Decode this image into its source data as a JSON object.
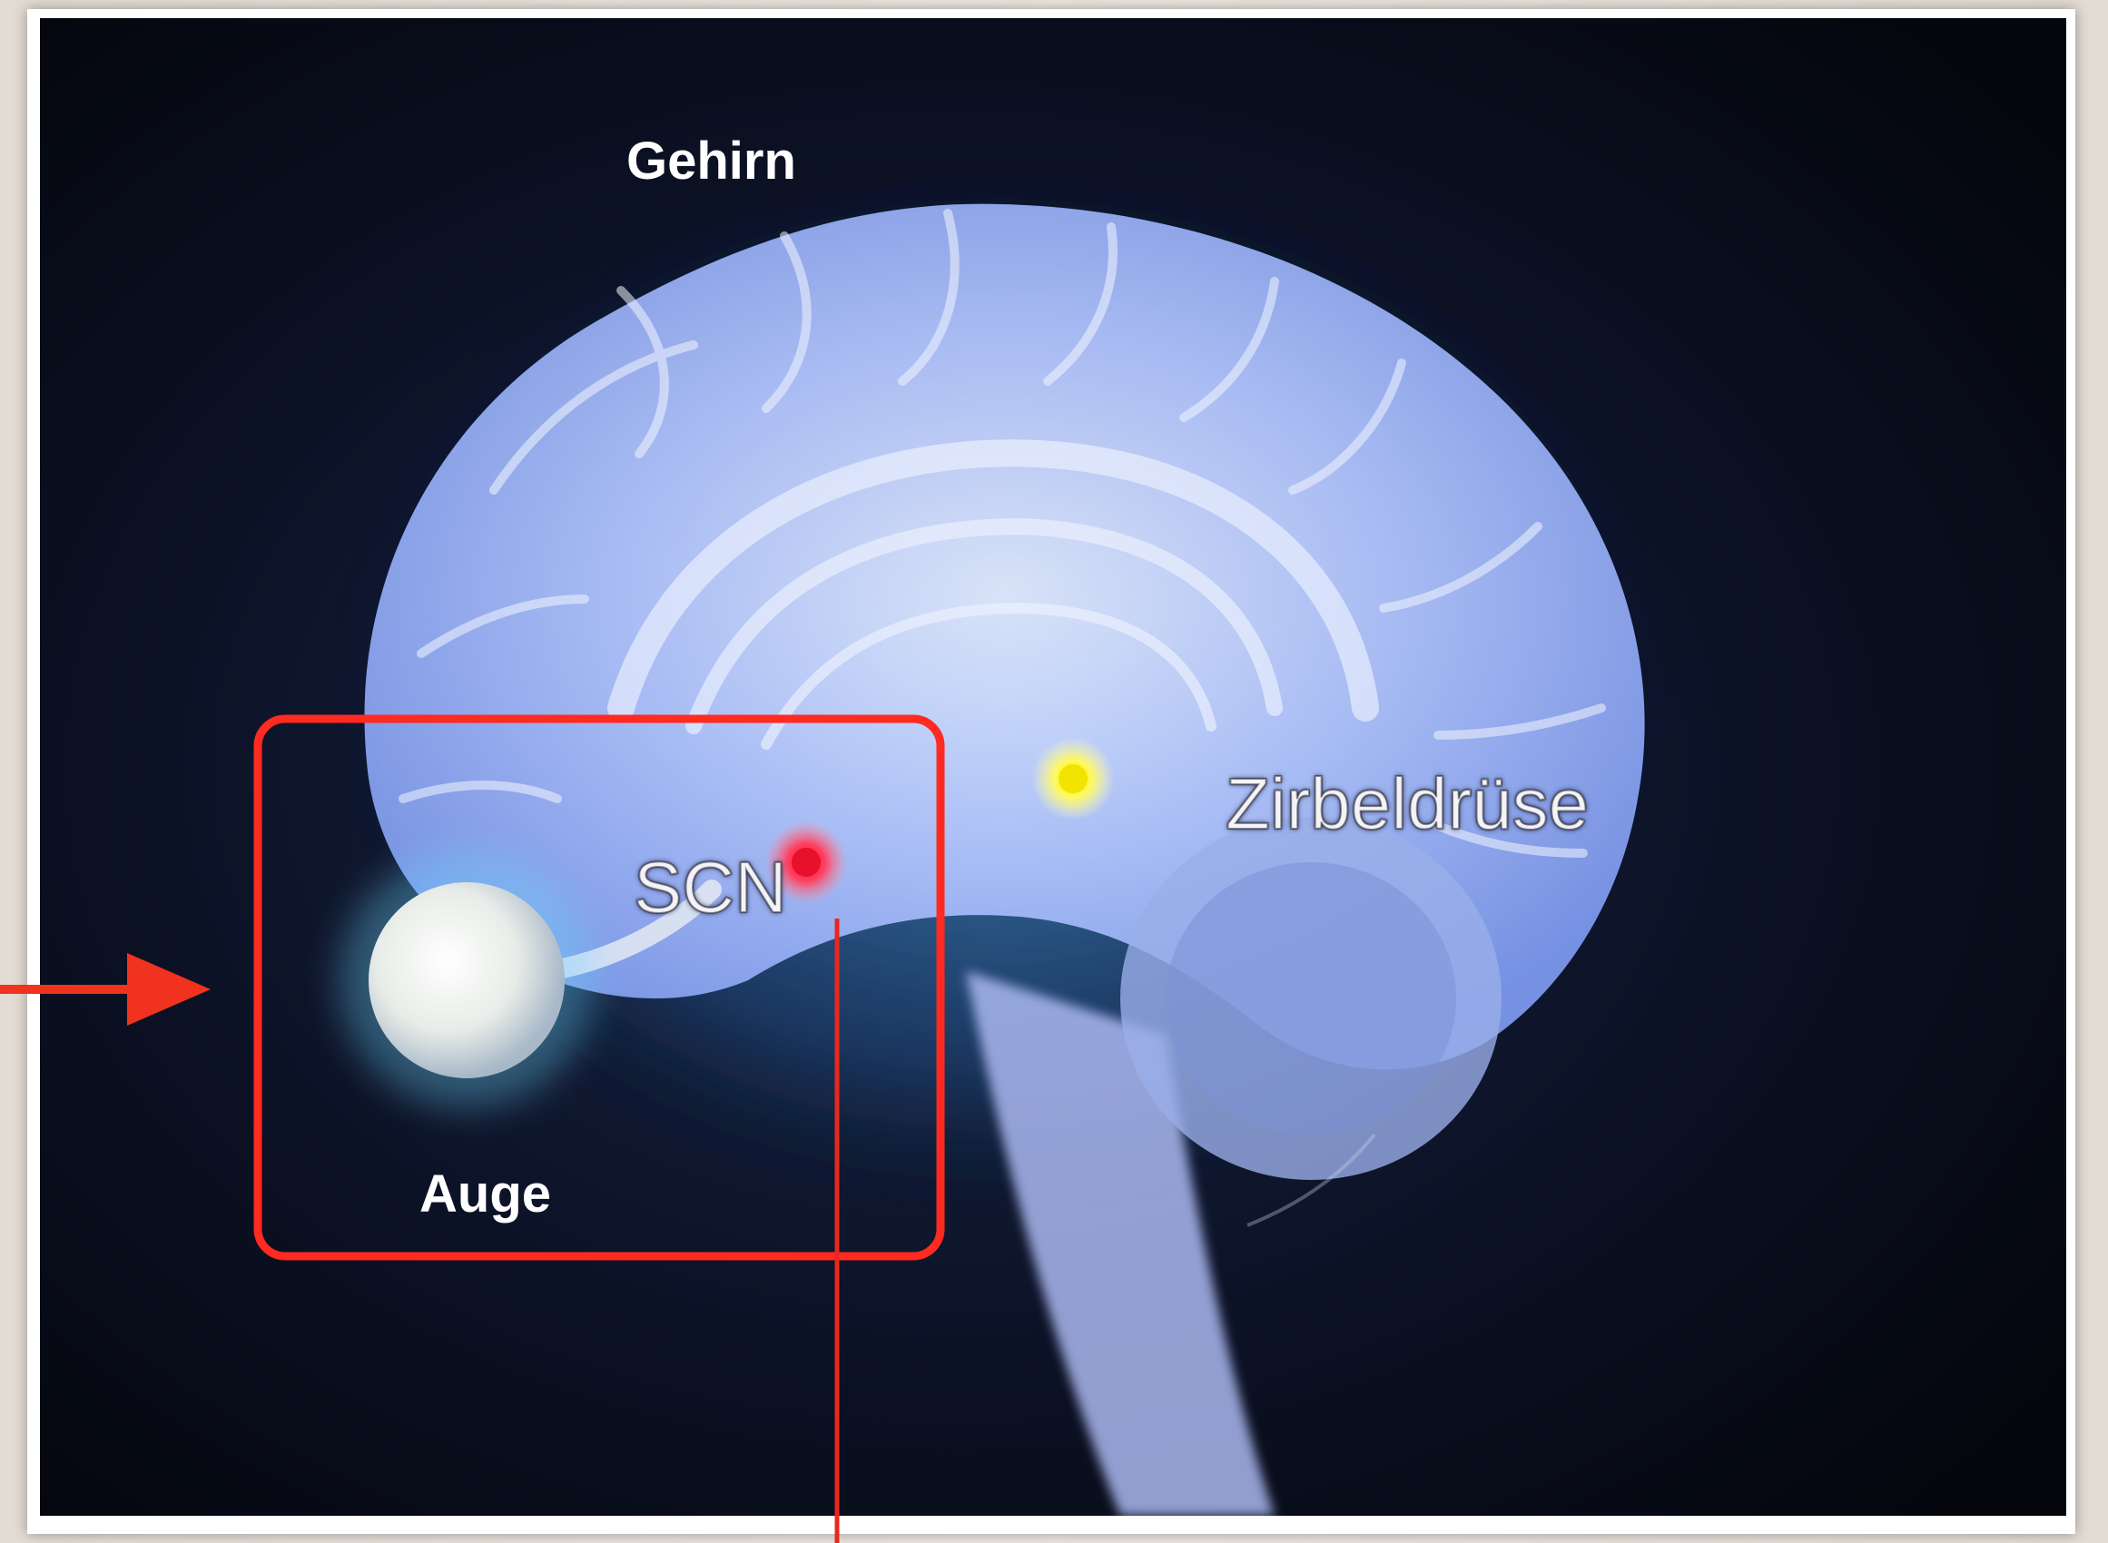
{
  "labels": {
    "brain": "Gehirn",
    "eye": "Auge",
    "scn": "SCN",
    "pineal": "Zirbeldrüse"
  },
  "colors": {
    "background": "#070a16",
    "brain_glow": "#8fb4ff",
    "highlight_box": "#ff2a20",
    "scn_dot": "#ff2244",
    "pineal_dot": "#ffee22"
  },
  "icons": {
    "pointer": "arrow-right-icon"
  }
}
